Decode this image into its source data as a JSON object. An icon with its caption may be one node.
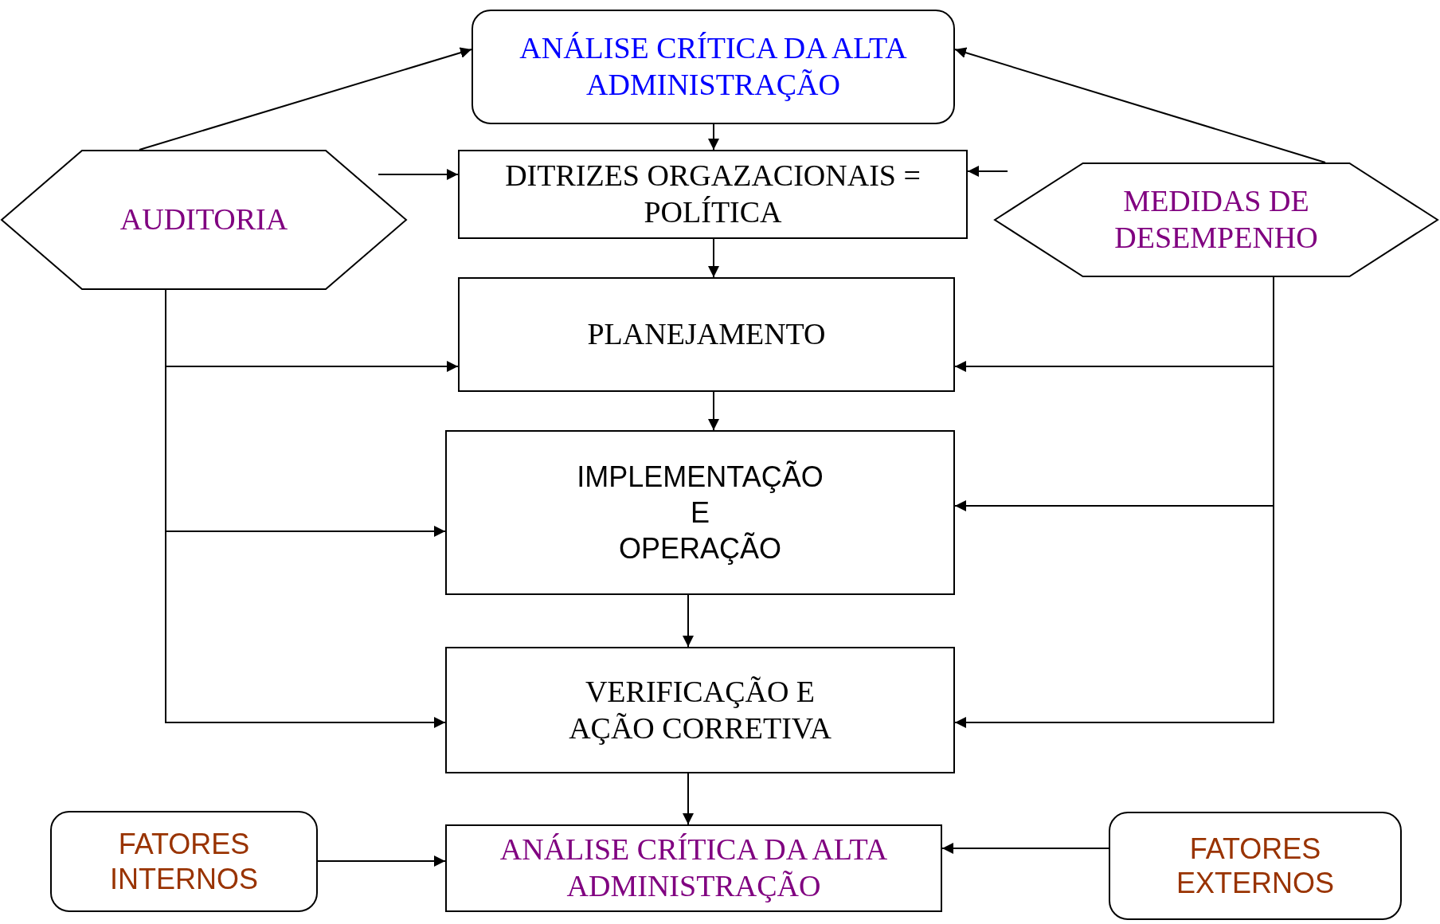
{
  "diagram": {
    "nodes": [
      {
        "text": [
          "ANÁLISE CRÍTICA DA ALTA ADMINISTRAÇÃO"
        ]
      },
      {
        "text": [
          "AUDITORIA"
        ]
      },
      {
        "text": [
          "DITRIZES ORGAZACIONAIS = POLÍTICA"
        ]
      },
      {
        "text": [
          "MEDIDAS DE DESEMPENHO"
        ]
      },
      {
        "text": [
          "PLANEJAMENTO"
        ]
      },
      {
        "text": [
          "IMPLEMENTAÇÃO E OPERAÇÃO"
        ]
      },
      {
        "text": [
          "VERIFICAÇÃO E AÇÃO CORRETIVA"
        ]
      },
      {
        "text": [
          "FATORES INTERNOS"
        ]
      },
      {
        "text": [
          "ANÁLISE CRÍTICA DA ALTA ADMINISTRAÇÃO"
        ]
      },
      {
        "text": [
          "FATORES EXTERNOS"
        ]
      }
    ],
    "edges": [
      {
        "from": 1,
        "to": 0,
        "arrow": "to"
      },
      {
        "from": 3,
        "to": 0,
        "arrow": "to"
      },
      {
        "from": 0,
        "to": 2,
        "arrow": "to"
      },
      {
        "from": 1,
        "to": 2,
        "arrow": "to"
      },
      {
        "from": 3,
        "to": 2,
        "arrow": "to"
      },
      {
        "from": 2,
        "to": 4,
        "arrow": "to"
      },
      {
        "from": 4,
        "to": 5,
        "arrow": "to"
      },
      {
        "from": 5,
        "to": 6,
        "arrow": "to"
      },
      {
        "from": 6,
        "to": 8,
        "arrow": "to"
      },
      {
        "from": 1,
        "to": 4,
        "arrow": "to"
      },
      {
        "from": 1,
        "to": 5,
        "arrow": "to"
      },
      {
        "from": 1,
        "to": 6,
        "arrow": "to"
      },
      {
        "from": 3,
        "to": 4,
        "arrow": "to"
      },
      {
        "from": 3,
        "to": 5,
        "arrow": "to"
      },
      {
        "from": 3,
        "to": 6,
        "arrow": "to"
      },
      {
        "from": 7,
        "to": 8,
        "arrow": "to"
      },
      {
        "from": 9,
        "to": 8,
        "arrow": "to"
      }
    ]
  }
}
